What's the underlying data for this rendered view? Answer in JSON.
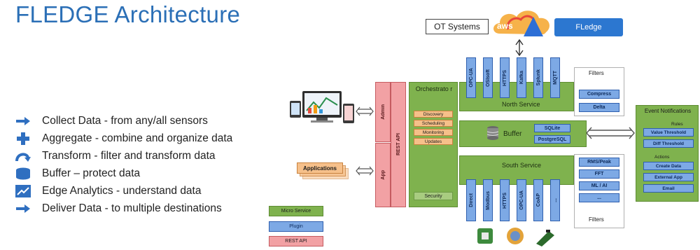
{
  "title": "FLEDGE Architecture",
  "bullets": [
    {
      "icon": "arrow-right-icon",
      "text": "Collect Data - from any/all sensors"
    },
    {
      "icon": "plus-icon",
      "text": "Aggregate - combine and organize data"
    },
    {
      "icon": "curved-arrow-icon",
      "text": "Transform - filter and transform data"
    },
    {
      "icon": "database-icon",
      "text": "Buffer – protect data"
    },
    {
      "icon": "chart-up-icon",
      "text": "Edge Analytics - understand data"
    },
    {
      "icon": "arrow-right-icon",
      "text": "Deliver Data - to multiple destinations"
    }
  ],
  "top": {
    "ot_systems": "OT Systems",
    "aws": "aws",
    "fledge": "FLedge"
  },
  "rest": {
    "admin": "Admin",
    "app": "App",
    "rest_api": "REST API"
  },
  "orchestrator": {
    "title": "Orchestrato r",
    "items": [
      "Discovery",
      "Scheduling",
      "Monitoring",
      "Updates"
    ],
    "security": "Security"
  },
  "applications": "Applications",
  "north": {
    "label": "North Service",
    "plugins": [
      "OPC-UA",
      "OSIsoft",
      "HTTPS",
      "Kafka",
      "Splunk",
      "MQTT"
    ]
  },
  "buffer": {
    "label": "Buffer",
    "stores": [
      "SQLite",
      "PostgreSQL"
    ]
  },
  "south": {
    "label": "South Service",
    "plugins": [
      "Direct",
      "Modbus",
      "HTTPS",
      "OPC-UA",
      "CoAP",
      "..."
    ]
  },
  "filters_top": {
    "label": "Filters",
    "items": [
      "Compress",
      "Delta"
    ]
  },
  "filters_bottom": {
    "label": "Filters",
    "items": [
      "RMS/Peak",
      "FFT",
      "ML / AI",
      "..."
    ]
  },
  "events": {
    "title": "Event Notifications",
    "rules_label": "Rules",
    "rules": [
      "Value Threshold",
      "Diff Threshold"
    ],
    "actions_label": "Actions",
    "actions": [
      "Create Data",
      "External App",
      "Email"
    ]
  },
  "legend": [
    "Micro Service",
    "Plugin",
    "REST API"
  ],
  "colors": {
    "title": "#2b6fb6",
    "micro_service": "#7fb24e",
    "plugin": "#7da9e5",
    "rest_api": "#f2a1a4"
  }
}
